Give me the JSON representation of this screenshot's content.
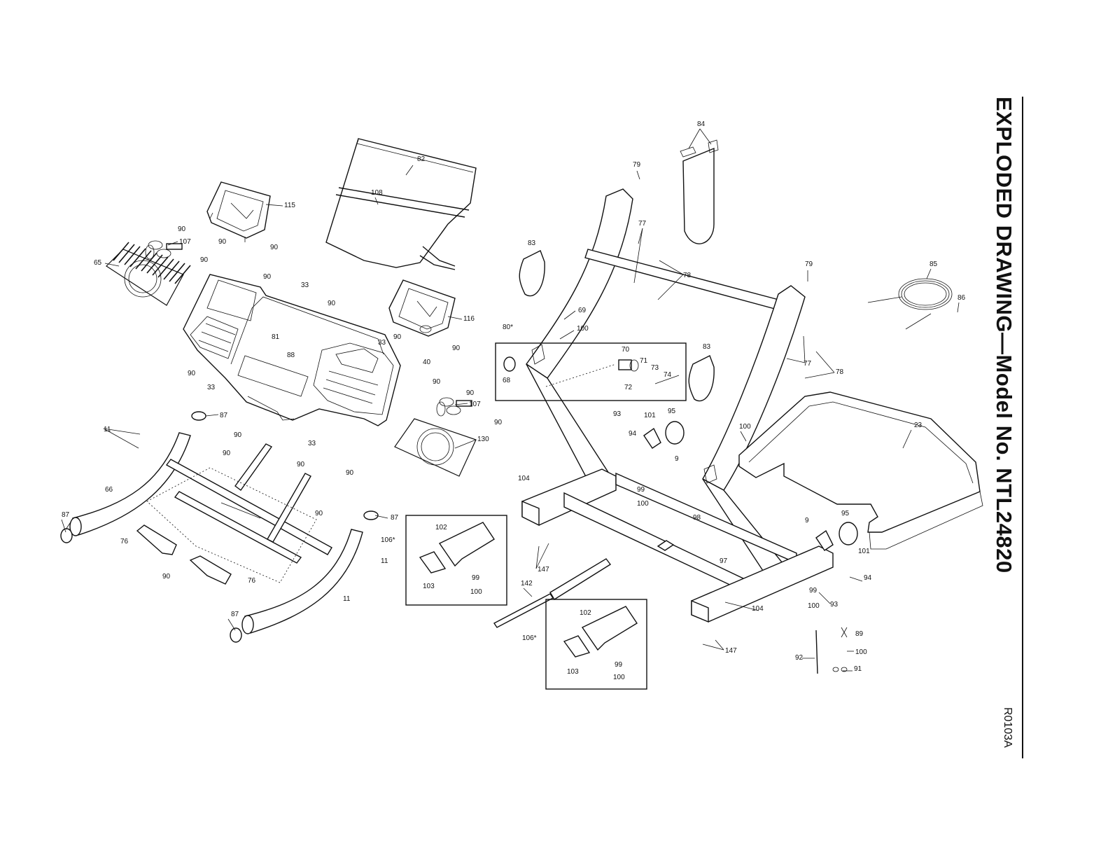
{
  "title": "EXPLODED DRAWING—Model No. NTL24820",
  "drawing_code": "R0103A",
  "part_labels": [
    {
      "id": "82",
      "text": "82"
    },
    {
      "id": "108",
      "text": "108"
    },
    {
      "id": "115",
      "text": "115"
    },
    {
      "id": "116",
      "text": "116"
    },
    {
      "id": "107a",
      "text": "107"
    },
    {
      "id": "107b",
      "text": "107"
    },
    {
      "id": "65",
      "text": "65"
    },
    {
      "id": "130",
      "text": "130"
    },
    {
      "id": "33a",
      "text": "33"
    },
    {
      "id": "33b",
      "text": "33"
    },
    {
      "id": "33c",
      "text": "33"
    },
    {
      "id": "33d",
      "text": "33"
    },
    {
      "id": "81",
      "text": "81"
    },
    {
      "id": "88",
      "text": "88"
    },
    {
      "id": "40",
      "text": "40"
    },
    {
      "id": "90a",
      "text": "90"
    },
    {
      "id": "90b",
      "text": "90"
    },
    {
      "id": "90c",
      "text": "90"
    },
    {
      "id": "90d",
      "text": "90"
    },
    {
      "id": "90e",
      "text": "90"
    },
    {
      "id": "90f",
      "text": "90"
    },
    {
      "id": "90g",
      "text": "90"
    },
    {
      "id": "90h",
      "text": "90"
    },
    {
      "id": "90i",
      "text": "90"
    },
    {
      "id": "90j",
      "text": "90"
    },
    {
      "id": "90k",
      "text": "90"
    },
    {
      "id": "90l",
      "text": "90"
    },
    {
      "id": "90m",
      "text": "90"
    },
    {
      "id": "90n",
      "text": "90"
    },
    {
      "id": "90o",
      "text": "90"
    },
    {
      "id": "90p",
      "text": "90"
    },
    {
      "id": "90q",
      "text": "90"
    },
    {
      "id": "90r",
      "text": "90"
    },
    {
      "id": "87a",
      "text": "87"
    },
    {
      "id": "87b",
      "text": "87"
    },
    {
      "id": "87c",
      "text": "87"
    },
    {
      "id": "87d",
      "text": "87"
    },
    {
      "id": "11a",
      "text": "11"
    },
    {
      "id": "11b",
      "text": "11"
    },
    {
      "id": "11c",
      "text": "11"
    },
    {
      "id": "66",
      "text": "66"
    },
    {
      "id": "76a",
      "text": "76"
    },
    {
      "id": "76b",
      "text": "76"
    },
    {
      "id": "102a",
      "text": "102"
    },
    {
      "id": "102b",
      "text": "102"
    },
    {
      "id": "103a",
      "text": "103"
    },
    {
      "id": "103b",
      "text": "103"
    },
    {
      "id": "106a",
      "text": "106*"
    },
    {
      "id": "106b",
      "text": "106*"
    },
    {
      "id": "99a",
      "text": "99"
    },
    {
      "id": "99b",
      "text": "99"
    },
    {
      "id": "99c",
      "text": "99"
    },
    {
      "id": "99d",
      "text": "99"
    },
    {
      "id": "100a",
      "text": "100"
    },
    {
      "id": "100b",
      "text": "100"
    },
    {
      "id": "100c",
      "text": "100"
    },
    {
      "id": "100d",
      "text": "100"
    },
    {
      "id": "100e",
      "text": "100"
    },
    {
      "id": "100f",
      "text": "100"
    },
    {
      "id": "100g",
      "text": "100"
    },
    {
      "id": "147a",
      "text": "147"
    },
    {
      "id": "147b",
      "text": "147"
    },
    {
      "id": "142",
      "text": "142"
    },
    {
      "id": "104a",
      "text": "104"
    },
    {
      "id": "104b",
      "text": "104"
    },
    {
      "id": "79a",
      "text": "79"
    },
    {
      "id": "79b",
      "text": "79"
    },
    {
      "id": "77a",
      "text": "77"
    },
    {
      "id": "77b",
      "text": "77"
    },
    {
      "id": "78a",
      "text": "78"
    },
    {
      "id": "78b",
      "text": "78"
    },
    {
      "id": "83a",
      "text": "83"
    },
    {
      "id": "83b",
      "text": "83"
    },
    {
      "id": "84",
      "text": "84"
    },
    {
      "id": "85",
      "text": "85"
    },
    {
      "id": "86",
      "text": "86"
    },
    {
      "id": "69",
      "text": "69"
    },
    {
      "id": "80",
      "text": "80*"
    },
    {
      "id": "68",
      "text": "68"
    },
    {
      "id": "70",
      "text": "70"
    },
    {
      "id": "71",
      "text": "71"
    },
    {
      "id": "72",
      "text": "72"
    },
    {
      "id": "73",
      "text": "73"
    },
    {
      "id": "74",
      "text": "74"
    },
    {
      "id": "93a",
      "text": "93"
    },
    {
      "id": "93b",
      "text": "93"
    },
    {
      "id": "94a",
      "text": "94"
    },
    {
      "id": "94b",
      "text": "94"
    },
    {
      "id": "101a",
      "text": "101"
    },
    {
      "id": "101b",
      "text": "101"
    },
    {
      "id": "95a",
      "text": "95"
    },
    {
      "id": "95b",
      "text": "95"
    },
    {
      "id": "9a",
      "text": "9"
    },
    {
      "id": "9b",
      "text": "9"
    },
    {
      "id": "98",
      "text": "98"
    },
    {
      "id": "97",
      "text": "97"
    },
    {
      "id": "23",
      "text": "23"
    },
    {
      "id": "89",
      "text": "89"
    },
    {
      "id": "91",
      "text": "91"
    },
    {
      "id": "92",
      "text": "92"
    }
  ]
}
